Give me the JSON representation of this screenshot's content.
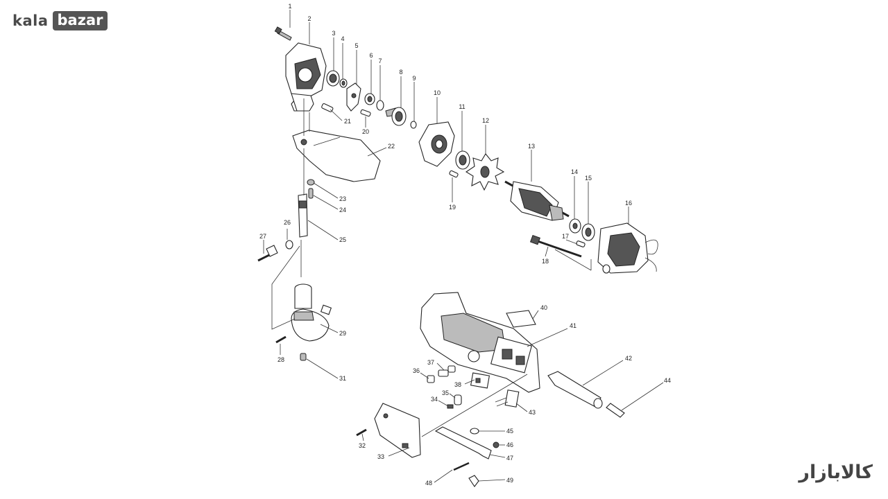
{
  "brand": {
    "left_logo_part1": "kala",
    "left_logo_part2": "bazar",
    "right_logo": "کالابازار"
  },
  "diagram": {
    "type": "exploded-parts-view",
    "part_numbers": [
      "1",
      "2",
      "3",
      "4",
      "5",
      "6",
      "7",
      "8",
      "9",
      "10",
      "11",
      "12",
      "13",
      "14",
      "15",
      "16",
      "17",
      "18",
      "19",
      "20",
      "21",
      "22",
      "23",
      "24",
      "25",
      "26",
      "27",
      "28",
      "29",
      "31",
      "32",
      "33",
      "34",
      "35",
      "36",
      "37",
      "38",
      "40",
      "41",
      "42",
      "43",
      "44",
      "45",
      "46",
      "47",
      "48",
      "49"
    ]
  },
  "colors": {
    "line": "#222222",
    "fill_dark": "#555555",
    "fill_mid": "#bbbbbb",
    "background": "#ffffff"
  }
}
